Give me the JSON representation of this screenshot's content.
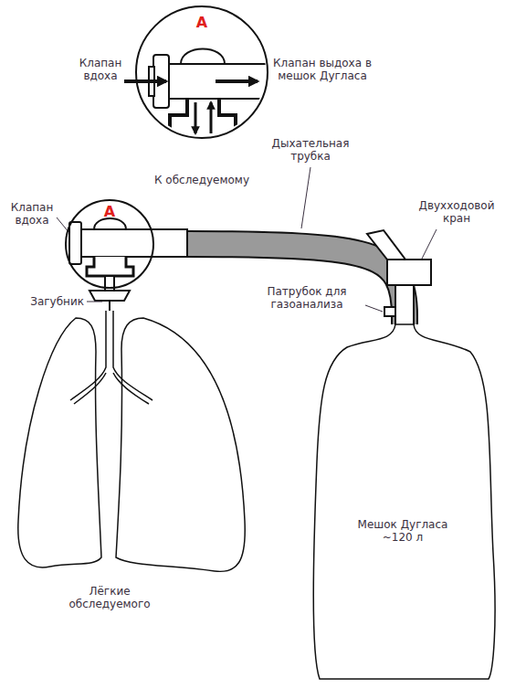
{
  "diagram": {
    "nodes": [
      {
        "text": [
          "A"
        ]
      },
      {
        "text": [
          "A"
        ]
      },
      {
        "text": [
          "Лёгкие обследуемого"
        ]
      },
      {
        "text": [
          "Мешок Дугласа ~120 л"
        ]
      }
    ],
    "edges": [
      {
        "from": 1,
        "to": 3,
        "arrow": "none"
      },
      {
        "from": 2,
        "to": 1,
        "arrow": "none"
      }
    ],
    "labels": [
      "Клапан вдоха",
      "Клапан выдоха в мешок Дугласа",
      "К обследуемому",
      "Дыхательная трубка",
      "Двухходовой кран",
      "Клапан вдоха",
      "Загубник",
      "Патрубок для газоанализа"
    ]
  }
}
